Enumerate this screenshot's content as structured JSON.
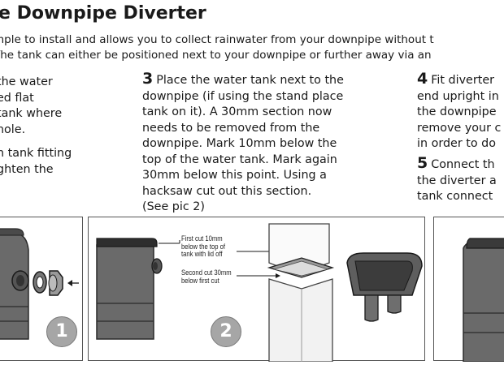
{
  "title": "e Downpipe Diverter",
  "intro": {
    "line1": "mple to install and allows you to collect rainwater from your downpipe without t",
    "line2": "The tank can either be positioned next to your downpipe or further away via an"
  },
  "col_left": {
    "lines": [
      "the water",
      "ed flat",
      "tank where",
      "hole.",
      "",
      "n tank fitting",
      "ghten the"
    ]
  },
  "step3": {
    "number": "3",
    "lines": [
      "Place the water tank next to the",
      "downpipe (if using the stand place",
      "tank on it). A 30mm section now",
      "needs to be removed from the",
      "downpipe. Mark 10mm below the",
      "top of the water tank. Mark again",
      "30mm below this point. Using a",
      "hacksaw cut out this section.",
      "(See pic 2)"
    ]
  },
  "step4": {
    "number": "4",
    "lines": [
      "Fit diverter",
      "end upright in",
      "the downpipe",
      "remove your c",
      "in order to do"
    ]
  },
  "step5": {
    "number": "5",
    "lines": [
      "Connect th",
      "the diverter a",
      "tank connect"
    ]
  },
  "panel1": {
    "badge": "1"
  },
  "panel2": {
    "badge": "2",
    "annotations": {
      "first_cut": [
        "First cut 10mm",
        "below the top of",
        "tank with lid off"
      ],
      "second_cut": [
        "Second cut 30mm",
        "below first cut"
      ]
    }
  },
  "colors": {
    "tank": "#5a5a5a",
    "tank_dark": "#3a3a3a",
    "badge": "#a6a6a6",
    "border": "#555555"
  }
}
